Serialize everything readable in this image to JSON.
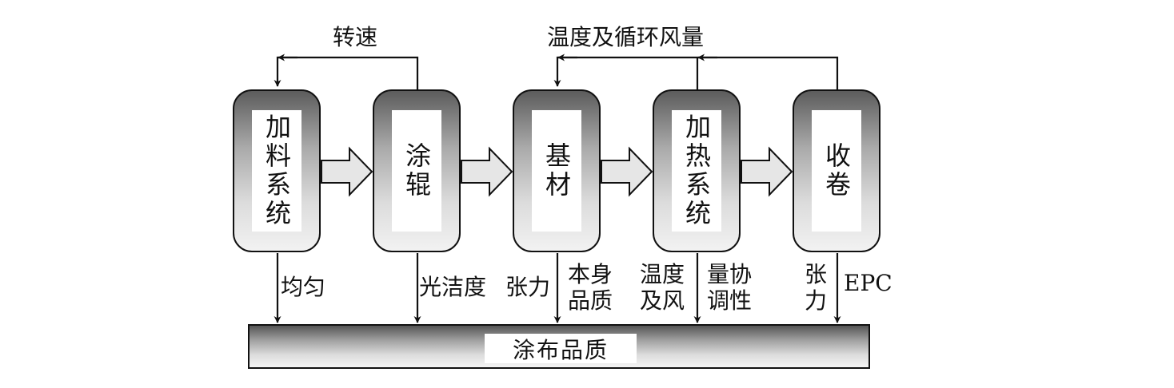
{
  "diagram": {
    "nodes": [
      {
        "id": "feed",
        "label": "加料系统"
      },
      {
        "id": "roller",
        "label": "涂辊"
      },
      {
        "id": "substrate",
        "label": "基材"
      },
      {
        "id": "heating",
        "label": "加热系统"
      },
      {
        "id": "winding",
        "label": "收卷"
      }
    ],
    "feedback": {
      "speed_label": "转速",
      "temp_label": "温度及循环风量"
    },
    "factors": {
      "feed": "均匀",
      "roller": "光洁度",
      "substrate_left": "张力",
      "substrate_right_1": "本身",
      "substrate_right_2": "品质",
      "heating_left_1": "温度",
      "heating_left_2": "及风",
      "heating_right_1": "量协",
      "heating_right_2": "调性",
      "winding_left_1": "张",
      "winding_left_2": "力",
      "winding_right": "EPC"
    },
    "output": {
      "label": "涂布品质"
    }
  }
}
